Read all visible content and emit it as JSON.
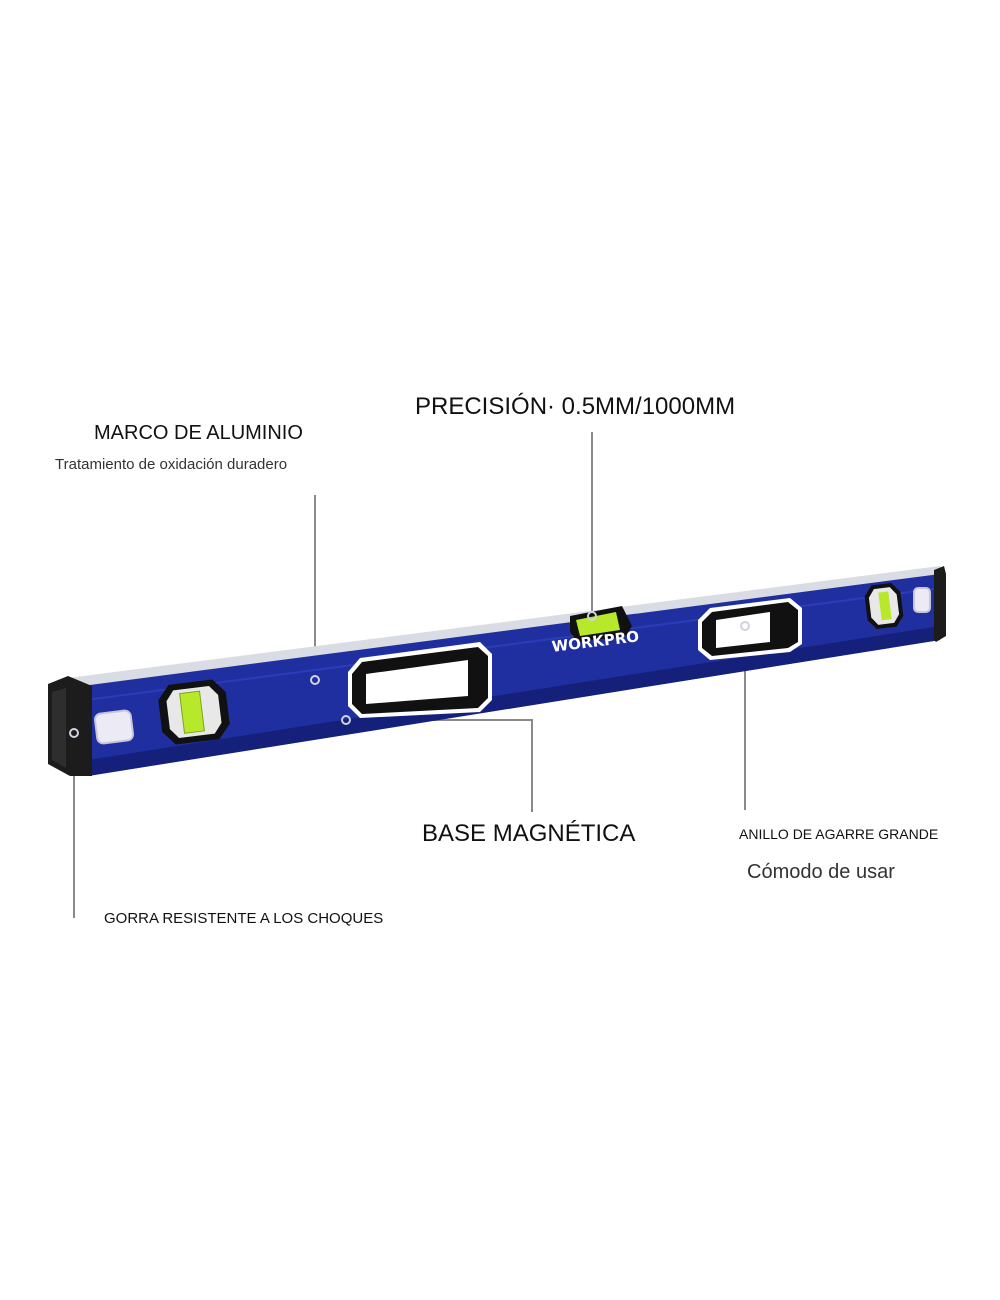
{
  "callouts": {
    "frame": {
      "title": "MARCO DE ALUMINIO",
      "subtitle": "Tratamiento de oxidación duradero"
    },
    "precision": {
      "title": "PRECISIÓN· 0.5MM/1000MM"
    },
    "magnetic_base": {
      "title": "BASE MAGNÉTICA"
    },
    "grip": {
      "title": "ANILLO DE AGARRE GRANDE",
      "subtitle": "Cómodo de usar"
    },
    "end_cap": {
      "title": "GORRA RESISTENTE A LOS CHOQUES"
    }
  },
  "product": {
    "brand": "WORKPRO",
    "colors": {
      "body_blue": "#1f2fa0",
      "body_blue_dark": "#14207a",
      "top_silver": "#d9dce3",
      "cap_black": "#1c1c1c",
      "vial_green": "#b8e82a",
      "leader_gray": "#8a8a8a"
    }
  }
}
